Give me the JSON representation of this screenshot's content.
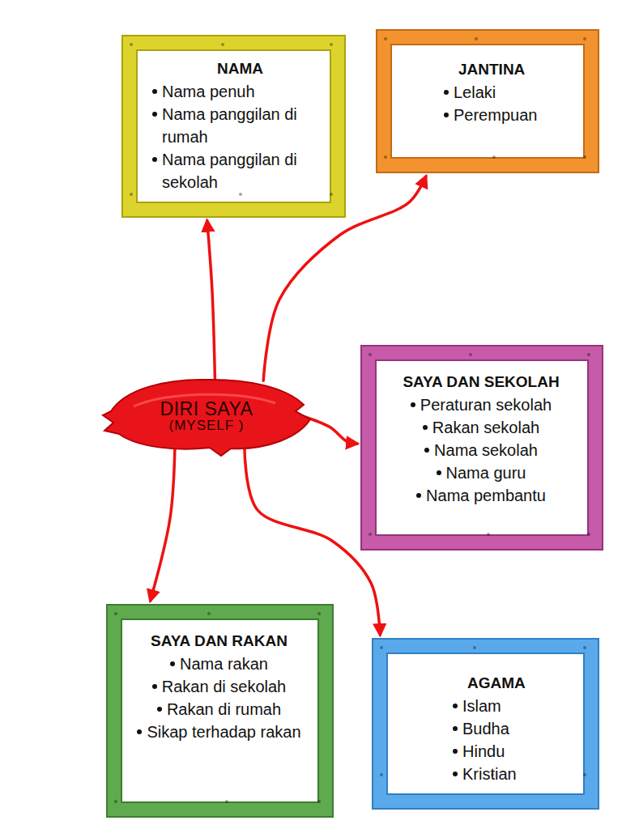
{
  "diagram": {
    "nodes": [
      {
        "text": [
          "NAMA",
          "Nama penuh",
          "Nama panggilan di rumah",
          "Nama panggilan di sekolah"
        ]
      },
      {
        "text": [
          "JANTINA",
          "Lelaki",
          "Perempuan"
        ]
      },
      {
        "text": [
          "DIRI SAYA",
          "(MYSELF )"
        ]
      },
      {
        "text": [
          "SAYA DAN SEKOLAH",
          "Peraturan sekolah",
          "Rakan sekolah",
          "Nama sekolah",
          "Nama guru",
          "Nama pembantu"
        ]
      },
      {
        "text": [
          "SAYA DAN RAKAN",
          "Nama rakan",
          "Rakan di sekolah",
          "Rakan di rumah",
          "Sikap terhadap rakan"
        ]
      },
      {
        "text": [
          "AGAMA",
          "Islam",
          "Budha",
          "Hindu",
          "Kristian"
        ]
      }
    ],
    "edges": [
      {
        "from": 2,
        "to": 0,
        "arrow": "to"
      },
      {
        "from": 2,
        "to": 1,
        "arrow": "to"
      },
      {
        "from": 2,
        "to": 3,
        "arrow": "to"
      },
      {
        "from": 2,
        "to": 4,
        "arrow": "to"
      },
      {
        "from": 2,
        "to": 5,
        "arrow": "to"
      }
    ]
  }
}
